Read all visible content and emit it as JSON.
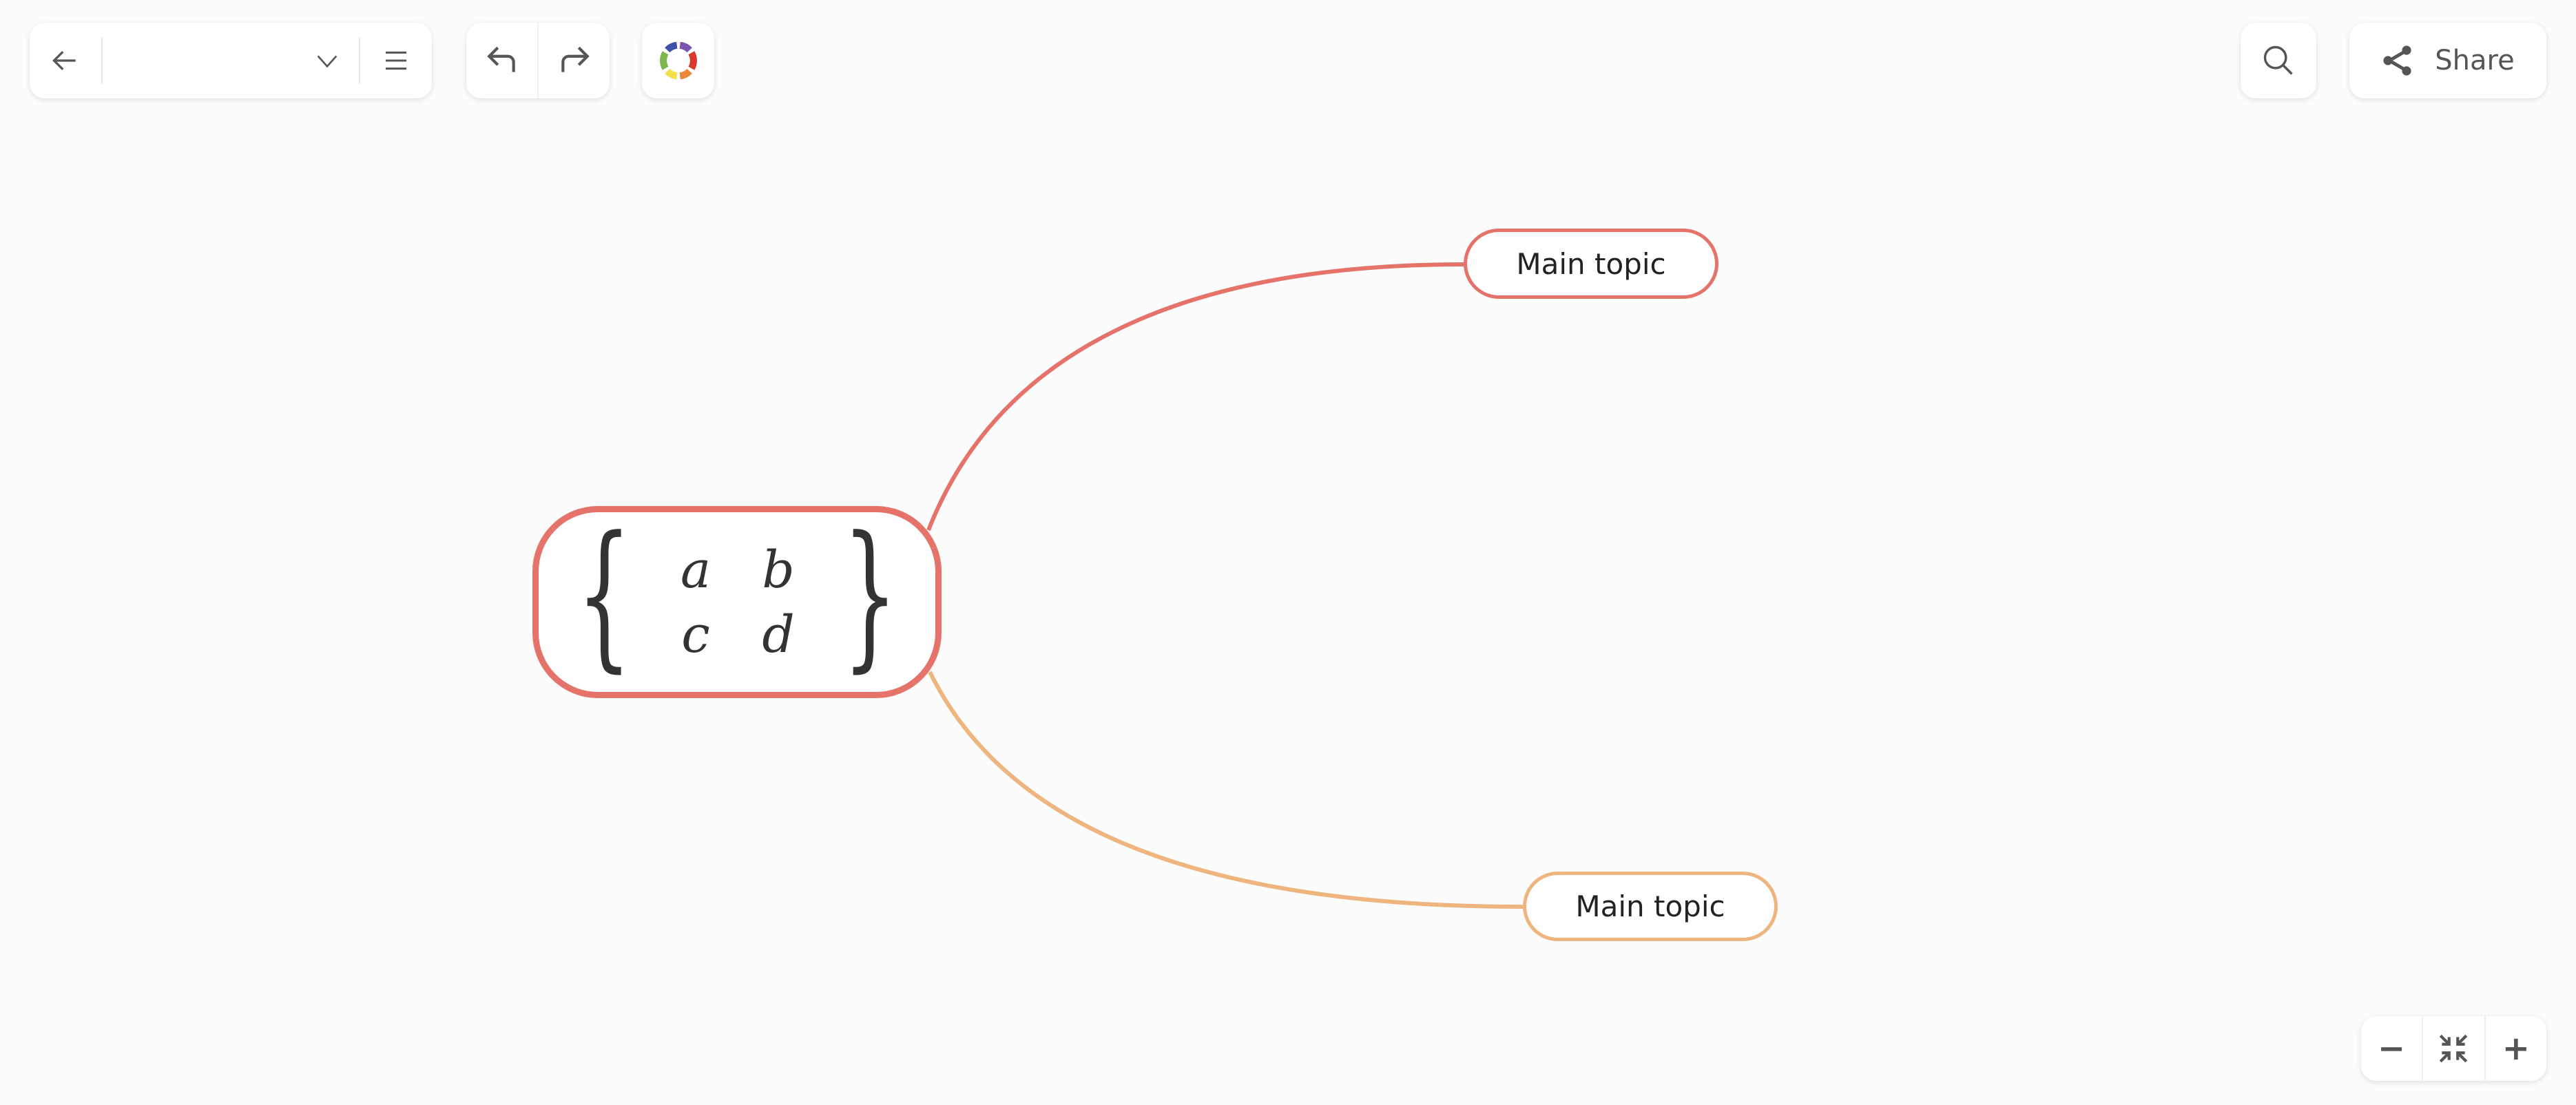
{
  "toolbar": {
    "back": "back-icon",
    "title_value": "",
    "menu": "menu-icon",
    "undo": "undo-icon",
    "redo": "redo-icon",
    "theme": "color-palette-icon",
    "search": "search-icon",
    "share_label": "Share"
  },
  "mindmap": {
    "central": {
      "matrix": [
        "a",
        "b",
        "c",
        "d"
      ]
    },
    "topics": [
      {
        "label": "Main topic",
        "color": "#e5736a"
      },
      {
        "label": "Main topic",
        "color": "#efb57f"
      }
    ],
    "central_color": "#e5736a"
  },
  "zoom": {
    "out": "−",
    "fit": "fit-icon",
    "in": "+"
  }
}
